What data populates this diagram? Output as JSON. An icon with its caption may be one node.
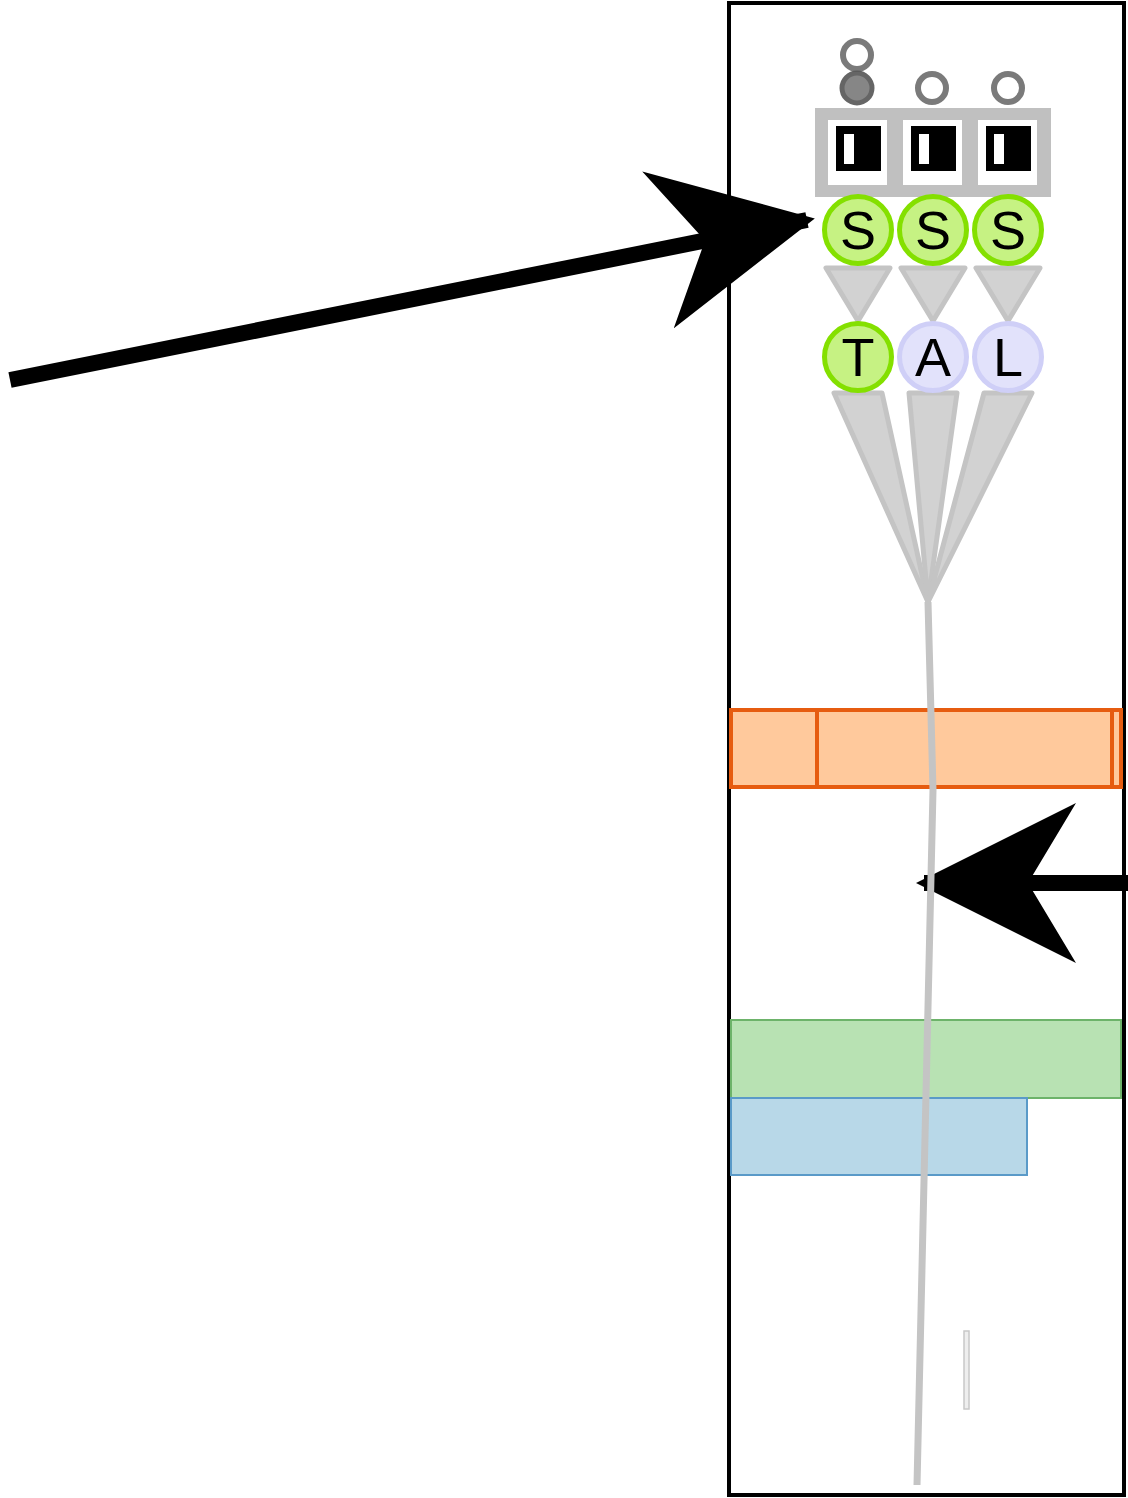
{
  "diagram": {
    "nodes": [
      {
        "text": [
          "S"
        ]
      },
      {
        "text": [
          "S"
        ]
      },
      {
        "text": [
          "S"
        ]
      },
      {
        "text": [
          "T"
        ]
      },
      {
        "text": [
          "A"
        ]
      },
      {
        "text": [
          "L"
        ]
      },
      {
        "text": [],
        "shape": "bar"
      },
      {
        "text": [],
        "shape": "box"
      },
      {
        "text": [],
        "shape": "box"
      },
      {
        "text": [],
        "shape": "box"
      }
    ],
    "edges": [
      {
        "from": 0,
        "to": 3,
        "arrow": "to"
      },
      {
        "from": 1,
        "to": 4,
        "arrow": "to"
      },
      {
        "from": 2,
        "to": 5,
        "arrow": "to"
      },
      {
        "from": 3,
        "to": 6,
        "arrow": "none"
      },
      {
        "from": 4,
        "to": 6,
        "arrow": "none"
      },
      {
        "from": 5,
        "to": 6,
        "arrow": "none"
      },
      {
        "from": null,
        "to": 0,
        "arrow": "to",
        "color": "#000000"
      },
      {
        "from": null,
        "to": 6,
        "arrow": "to",
        "color": "#000000"
      }
    ]
  }
}
